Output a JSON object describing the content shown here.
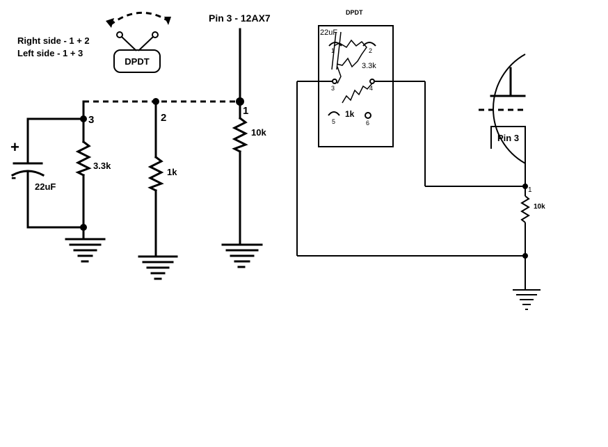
{
  "notes": {
    "right_side": "Right side - 1 + 2",
    "left_side": "Left side - 1 + 3"
  },
  "switch_symbol": {
    "label": "DPDT"
  },
  "pin3_header": "Pin 3 - 12AX7",
  "left_circuit": {
    "node_labels": {
      "n1": "1",
      "n2": "2",
      "n3": "3"
    },
    "cap_label": "22uF",
    "cap_plus": "+",
    "cap_minus": "-",
    "r_3k3": "3.3k",
    "r_1k": "1k",
    "r_10k": "10k"
  },
  "dpdt_box": {
    "title": "DPDT",
    "cap_label": "22uF",
    "r_3k3": "3.3k",
    "r_1k": "1k",
    "lugs": [
      "1",
      "2",
      "3",
      "4",
      "5",
      "6"
    ]
  },
  "tube": {
    "pin_label": "Pin 3",
    "node": "1",
    "r_label": "10k"
  }
}
